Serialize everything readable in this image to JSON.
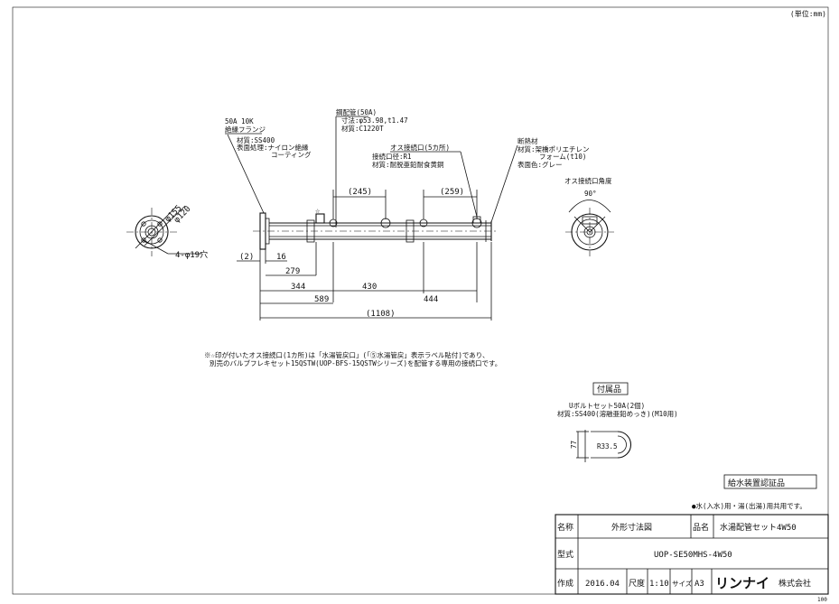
{
  "unit_note": "(単位:mm)",
  "flange": {
    "spec": "50A 10K",
    "name": "絶縁フランジ",
    "material": "材質:SS400",
    "surface": "表面処理:ナイロン絶縁",
    "coating": "コーティング",
    "dia_outer": "φ155",
    "dia_pcd": "φ120",
    "holes": "4-φ19穴"
  },
  "pipe": {
    "name": "鋼配管(50A)",
    "size": "寸法:φ53.98,t1.47",
    "material": "材質:C1220T"
  },
  "male_connector": {
    "name": "オス接続口(5カ所)",
    "thread": "接続口径:R1",
    "material": "材質:耐脱亜鉛耐食黄銅"
  },
  "insulation": {
    "name": "断熱材",
    "material": "材質:架橋ポリエチレン",
    "material2": "フォーム(t10)",
    "surface": "表面色:グレー"
  },
  "port_angle": {
    "title": "オス接続口角度",
    "angle": "90°"
  },
  "dimensions": {
    "gap1": "(245)",
    "gap2": "(259)",
    "d2": "(2)",
    "d16": "16",
    "d279": "279",
    "d344": "344",
    "d430": "430",
    "d589": "589",
    "d444": "444",
    "total": "(1108)"
  },
  "star_symbol": "☆",
  "remark_line1": "※☆印が付いたオス接続口(1カ所)は「水湯管戻口」(「⑤水湯管戻」表示ラベル貼付)であり、",
  "remark_line2": "別売のバルブフレキセット15QSTW(UOP-BFS-15QSTWシリーズ)を配管する専用の接続口です。",
  "accessory": {
    "heading": "付属品",
    "name": "Uボルトセット50A(2個)",
    "material": "材質:SS400(溶融亜鉛めっき)(M10用)",
    "dim_height": "77",
    "dim_radius": "R33.5"
  },
  "certification": "給水装置認証品",
  "usage_note": "●水(入水)用・湯(出湯)用共用です。",
  "title_block": {
    "name_label": "名称",
    "name_value": "外形寸法図",
    "product_label": "品名",
    "product_value": "水湯配管セット4W50",
    "model_label": "型式",
    "model_value": "UOP-SE50MHS-4W50",
    "made_label": "作成",
    "made_value": "2016.04",
    "scale_label": "尺度",
    "scale_value": "1:10",
    "size_label": "サイズ",
    "size_value": "A3",
    "brand": "リンナイ",
    "company": "株式会社",
    "page_no": "100"
  }
}
